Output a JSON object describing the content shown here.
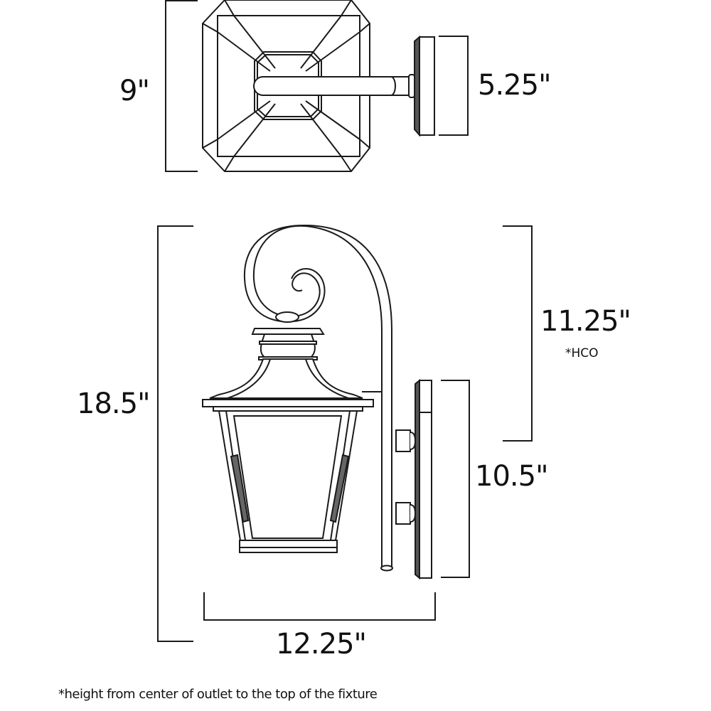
{
  "diagram": {
    "subject": "Outdoor wall lantern dimension drawing",
    "views": [
      {
        "name": "top view",
        "dimensions": {
          "depth": "9\"",
          "backplate_width": "5.25\""
        }
      },
      {
        "name": "side view",
        "dimensions": {
          "height": "18.5\"",
          "hco": "11.25\"",
          "backplate_height": "10.5\"",
          "extension": "12.25\""
        }
      }
    ]
  },
  "labels": {
    "top_depth": "9\"",
    "top_backplate": "5.25\"",
    "side_height": "18.5\"",
    "side_hco": "11.25\"",
    "side_hco_marker": "*HCO",
    "side_backplate": "10.5\"",
    "side_extension": "12.25\""
  },
  "footnote": "*height from center of outlet to the top of the fixture",
  "colors": {
    "line": "#1a1a1a",
    "background": "#ffffff"
  }
}
